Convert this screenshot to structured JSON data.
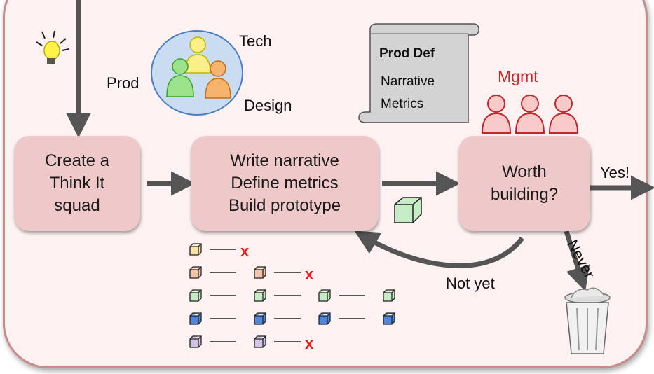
{
  "squad": {
    "members": {
      "prod": "Prod",
      "tech": "Tech",
      "design": "Design"
    },
    "box_label": "Create a\nThink It\nsquad"
  },
  "work_box": {
    "label": "Write narrative\nDefine metrics\nBuild prototype"
  },
  "prod_def": {
    "title": "Prod Def",
    "line1": "Narrative",
    "line2": "Metrics"
  },
  "mgmt": {
    "label": "Mgmt",
    "box_label": "Worth\nbuilding?"
  },
  "outcomes": {
    "yes": "Yes!",
    "not_yet": "Not yet",
    "never": "Never"
  },
  "iterations": {
    "reject_mark": "x",
    "rows": [
      {
        "color": "#f6e2a6",
        "blocks": 1,
        "rejected": true
      },
      {
        "color": "#f4c4a8",
        "blocks": 2,
        "rejected": true
      },
      {
        "color": "#c6ecc6",
        "blocks": 4,
        "rejected": false
      },
      {
        "color": "#4f86d8",
        "blocks": 4,
        "rejected": false
      },
      {
        "color": "#cfc3e3",
        "blocks": 2,
        "rejected": true
      }
    ]
  },
  "icons": [
    "lightbulb-icon",
    "scroll-icon",
    "person-icon",
    "cube-icon",
    "trash-can-icon"
  ],
  "colors": {
    "box_fill": "#efc9c9",
    "frame_border": "#c98a8a",
    "arrow": "#555555",
    "reject": "#e02020",
    "mgmt": "#c0282a"
  }
}
